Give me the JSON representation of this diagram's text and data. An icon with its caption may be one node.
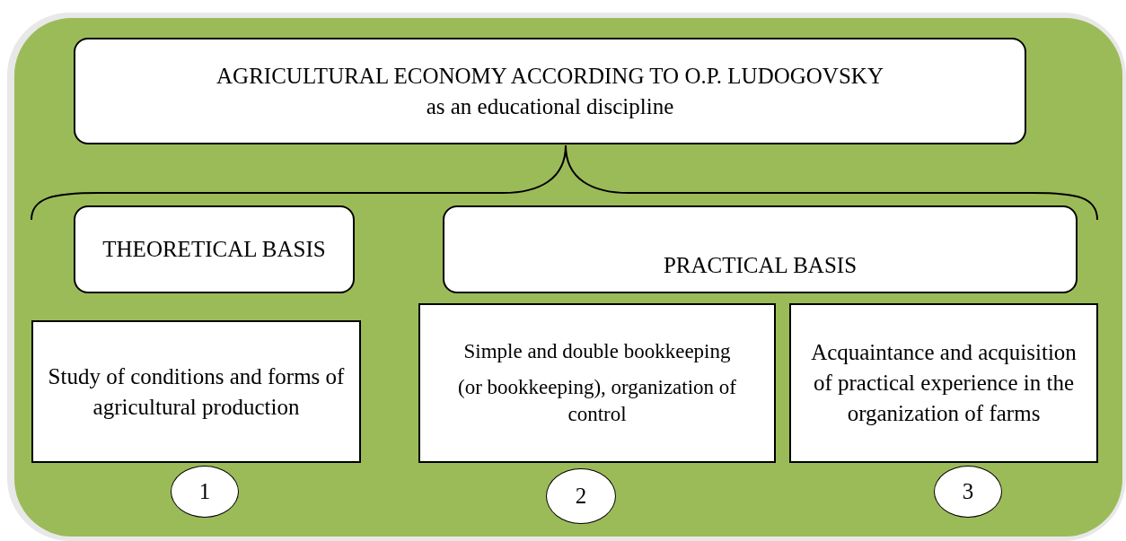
{
  "diagram": {
    "nodes": [
      {
        "text": [
          "AGRICULTURAL ECONOMY ACCORDING TO O.P. LUDOGOVSKY",
          "as an educational discipline"
        ]
      },
      {
        "text": [
          "THEORETICAL BASIS"
        ]
      },
      {
        "text": [
          "PRACTICAL BASIS"
        ]
      },
      {
        "text": [
          "Study of conditions and forms of agricultural production"
        ]
      },
      {
        "text": [
          "Simple and double bookkeeping",
          "(or bookkeeping), organization of control"
        ]
      },
      {
        "text": [
          "Acquaintance and acquisition of practical experience in the organization of farms"
        ]
      },
      {
        "text": [
          "1"
        ]
      },
      {
        "text": [
          "2"
        ]
      },
      {
        "text": [
          "3"
        ]
      }
    ]
  }
}
